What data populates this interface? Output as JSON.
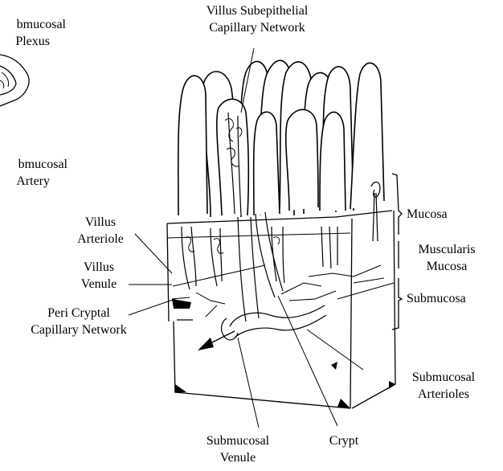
{
  "labels": {
    "villus_subepithelial": [
      "Villus Subepithelial",
      "Capillary Network"
    ],
    "submucosal_plexus": [
      "bmucosal",
      "Plexus"
    ],
    "submucosal_artery": [
      "bmucosal",
      "Artery"
    ],
    "villus_arteriole": [
      "Villus",
      "Arteriole"
    ],
    "villus_venule": [
      "Villus",
      "Venule"
    ],
    "peri_cryptal": [
      "Peri Cryptal",
      "Capillary Network"
    ],
    "mucosa": "Mucosa",
    "muscularis_mucosa": [
      "Muscularis",
      "Mucosa"
    ],
    "submucosa": "Submucosa",
    "submucosal_arterioles": [
      "Submucosal",
      "Arterioles"
    ],
    "submucosal_venule": [
      "Submucosal",
      "Venule"
    ],
    "crypt": "Crypt"
  }
}
